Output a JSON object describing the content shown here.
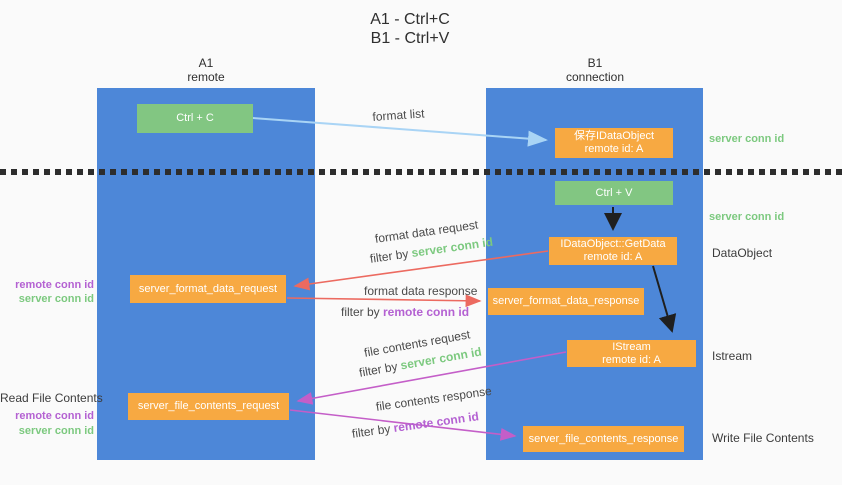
{
  "title": {
    "line1": "A1 - Ctrl+C",
    "line2": "B1 - Ctrl+V"
  },
  "lanes": {
    "a1": {
      "name": "A1",
      "subtitle": "remote"
    },
    "b1": {
      "name": "B1",
      "subtitle": "connection"
    }
  },
  "nodes": {
    "ctrl_c": "Ctrl + C",
    "save_idataobject_line1": "保存IDataObject",
    "save_idataobject_line2": "remote id: A",
    "ctrl_v": "Ctrl + V",
    "getdata_line1": "IDataObject::GetData",
    "getdata_line2": "remote id: A",
    "format_request": "server_format_data_request",
    "format_response": "server_format_data_response",
    "istream_line1": "IStream",
    "istream_line2": "remote id: A",
    "file_request": "server_file_contents_request",
    "file_response": "server_file_contents_response"
  },
  "edge_labels": {
    "format_list": "format list",
    "format_data_request": "format data request",
    "format_data_response": "format data response",
    "file_contents_request": "file contents request",
    "file_contents_response": "file contents response",
    "filter_by": "filter by ",
    "server_conn_id": "server conn id",
    "remote_conn_id": "remote conn id"
  },
  "side_labels": {
    "server_conn_id_top_right": "server conn id",
    "server_conn_id_mid_right": "server conn id",
    "dataobject": "DataObject",
    "istream": "Istream",
    "write_file_contents": "Write File Contents",
    "read_file_contents": "Read File Contents",
    "remote_conn_id_left_top": "remote conn id",
    "server_conn_id_left_top": "server conn id",
    "remote_conn_id_left_bottom": "remote conn id",
    "server_conn_id_left_bottom": "server conn id"
  },
  "colors": {
    "lane_blue": "#4d87d8",
    "node_green": "#82c682",
    "node_orange": "#f7a942",
    "arrow_light_blue": "#a9d4f5",
    "arrow_red": "#ec6a60",
    "arrow_purple": "#c45ec8",
    "arrow_black": "#1f1f1f",
    "text_green": "#7cc97f",
    "text_purple": "#b461d2"
  }
}
